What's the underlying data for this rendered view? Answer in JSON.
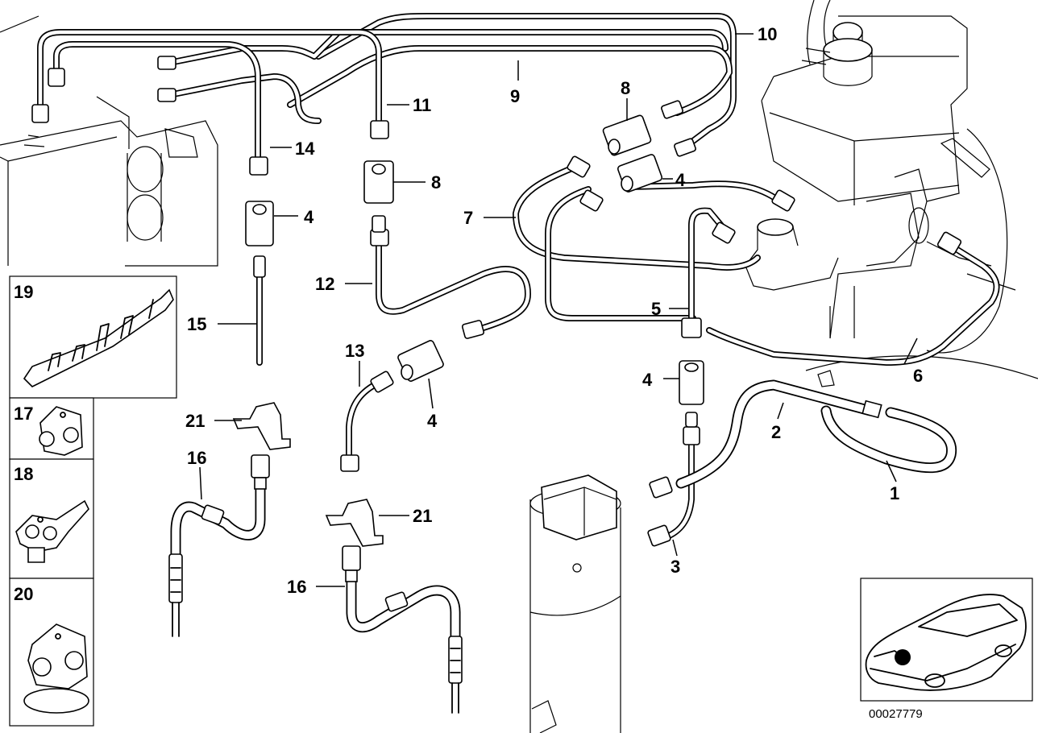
{
  "diagram": {
    "callouts": {
      "c1": "1",
      "c2": "2",
      "c3": "3",
      "c4a": "4",
      "c4b": "4",
      "c4c": "4",
      "c4d": "4",
      "c5": "5",
      "c6": "6",
      "c7": "7",
      "c8a": "8",
      "c8b": "8",
      "c9": "9",
      "c10": "10",
      "c11": "11",
      "c12": "12",
      "c13": "13",
      "c14": "14",
      "c15": "15",
      "c16a": "16",
      "c16b": "16",
      "c17": "17",
      "c18": "18",
      "c19": "19",
      "c20": "20",
      "c21a": "21",
      "c21b": "21"
    },
    "reference_number": "00027779"
  }
}
